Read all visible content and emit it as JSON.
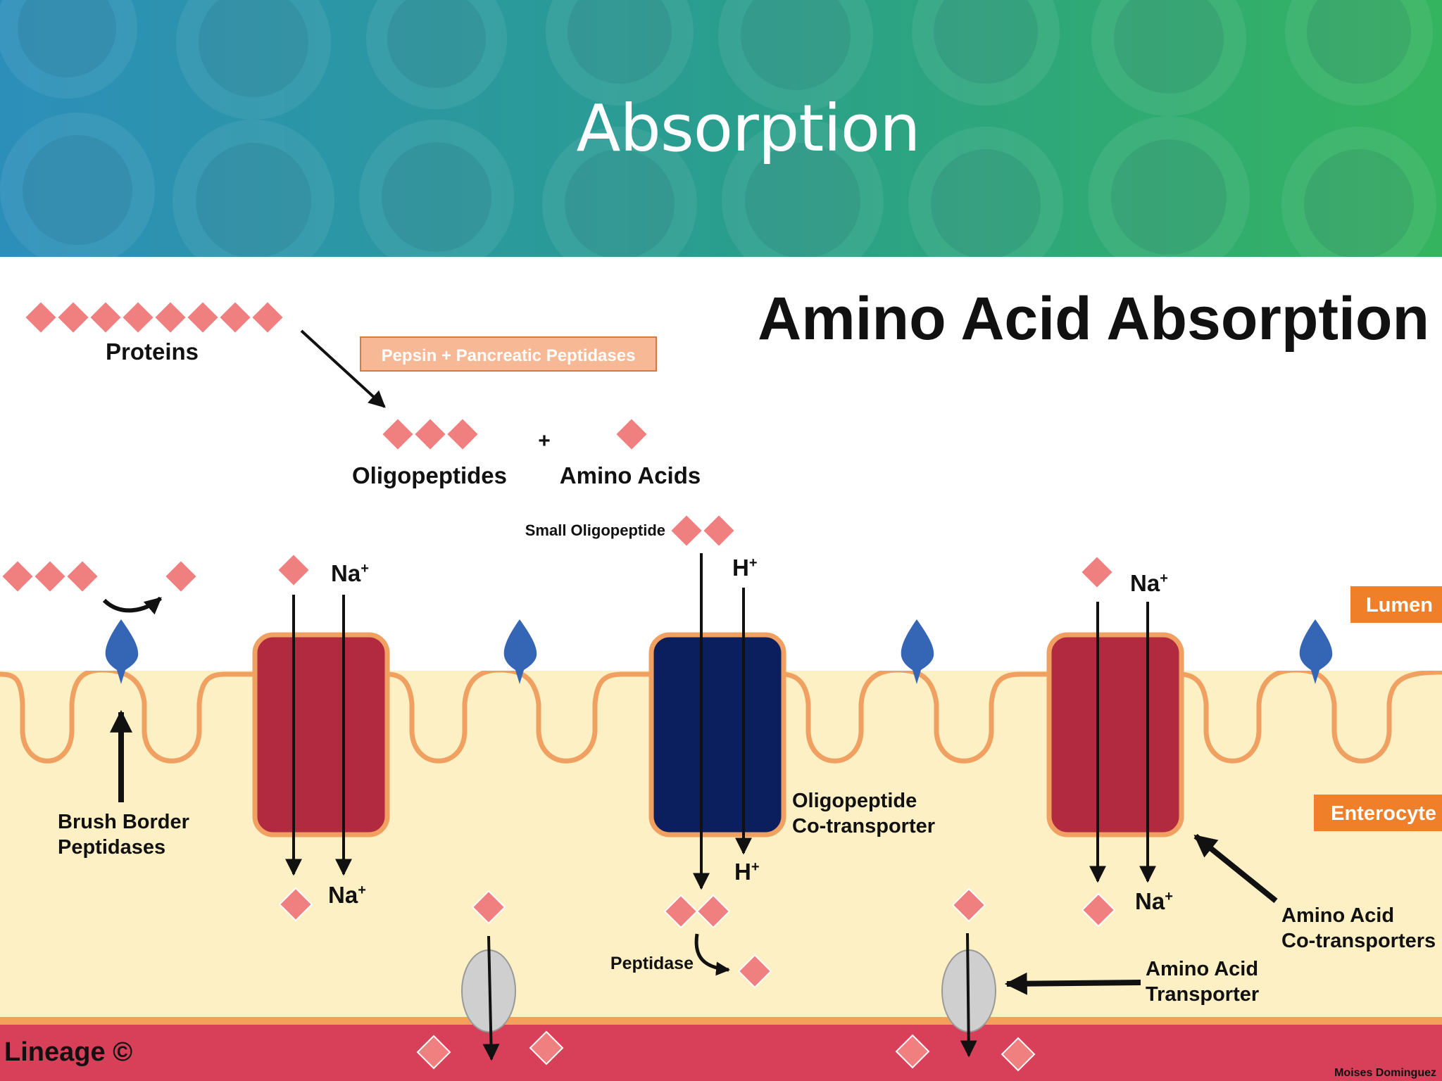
{
  "slide": {
    "title": "Absorption"
  },
  "diagram": {
    "title": "Amino Acid Absorption",
    "labels": {
      "proteins": "Proteins",
      "pepsin": "Pepsin + Pancreatic Peptidases",
      "plus": "+",
      "oligopeptides": "Oligopeptides",
      "amino_acids": "Amino Acids",
      "small_oligopeptide": "Small Oligopeptide",
      "na": "Na",
      "h": "H",
      "charge": "+",
      "lumen": "Lumen",
      "enterocyte": "Enterocyte",
      "brush_border_1": "Brush Border",
      "brush_border_2": "Peptidases",
      "oligo_cotransporter_1": "Oligopeptide",
      "oligo_cotransporter_2": "Co-transporter",
      "aa_cotransporters_1": "Amino Acid",
      "aa_cotransporters_2": "Co-transporters",
      "aa_transporter_1": "Amino Acid",
      "aa_transporter_2": "Transporter",
      "peptidase": "Peptidase",
      "lineage": "Lineage ©",
      "credit": "Moises Dominguez"
    },
    "colors": {
      "amino_acid": "#f08080",
      "na_cotransporter": "#b22a3f",
      "h_cotransporter": "#0b1f5e",
      "membrane": "#f0a060",
      "cytoplasm": "#fdf0c4",
      "blood": "#d8405a",
      "peptidase_enzyme": "#3565b5",
      "tag_orange": "#f07f2a"
    }
  }
}
